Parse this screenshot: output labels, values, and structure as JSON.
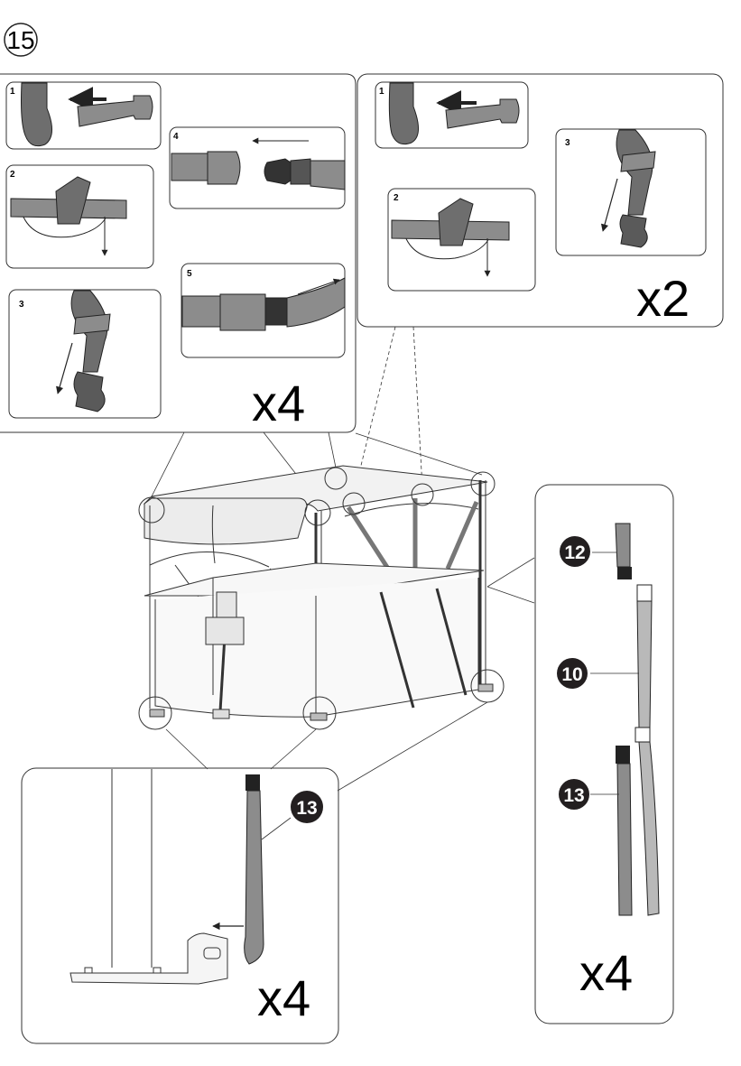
{
  "step_number": "15",
  "left_panel": {
    "substeps": [
      "1",
      "2",
      "3",
      "4",
      "5"
    ],
    "multiplier": "x4"
  },
  "right_panel": {
    "substeps": [
      "1",
      "2",
      "3"
    ],
    "multiplier": "x2"
  },
  "parts_panel": {
    "parts": [
      {
        "number": "12"
      },
      {
        "number": "10"
      },
      {
        "number": "13"
      }
    ],
    "multiplier": "x4"
  },
  "foot_panel": {
    "part_number": "13",
    "multiplier": "x4"
  },
  "colors": {
    "strap_dark": "#6e6e6e",
    "strap_mid": "#8c8c8c",
    "strap_light": "#b9b9b9",
    "badge": "#231f20",
    "line": "#333333"
  }
}
